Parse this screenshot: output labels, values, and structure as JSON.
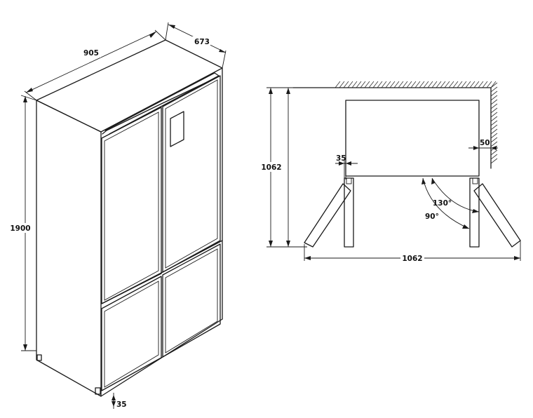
{
  "fridge_dims": {
    "width": "905",
    "depth": "673",
    "height": "1900",
    "foot": "35"
  },
  "plan_dims": {
    "depth": "1062",
    "total_width": "1062",
    "wall_gap": "50",
    "hinge_gap": "35",
    "angle_open": "130°",
    "angle_right": "90°"
  },
  "colors": {
    "line": "#1a1a1a",
    "background": "#ffffff"
  }
}
